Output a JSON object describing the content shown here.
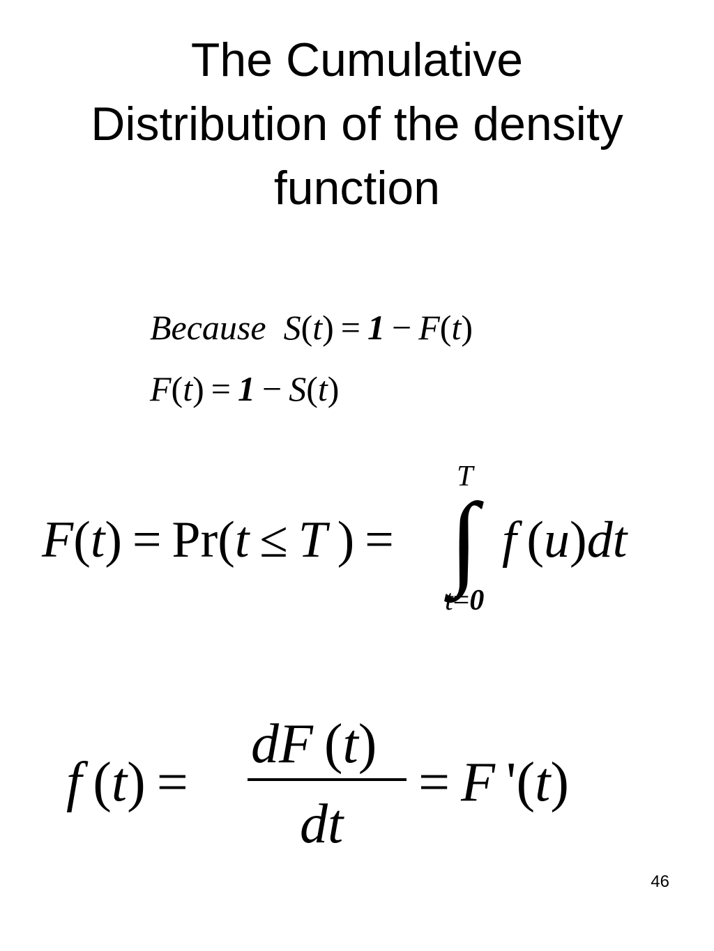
{
  "title": {
    "line1": "The Cumulative",
    "line2": "Distribution of the density",
    "line3": "function"
  },
  "equations": {
    "eq1_word": "Because",
    "eq3_upper_limit": "T",
    "eq3_lower_var": "t",
    "eq3_lower_eq": "=",
    "eq3_lower_val": "0"
  },
  "page_number": "46"
}
